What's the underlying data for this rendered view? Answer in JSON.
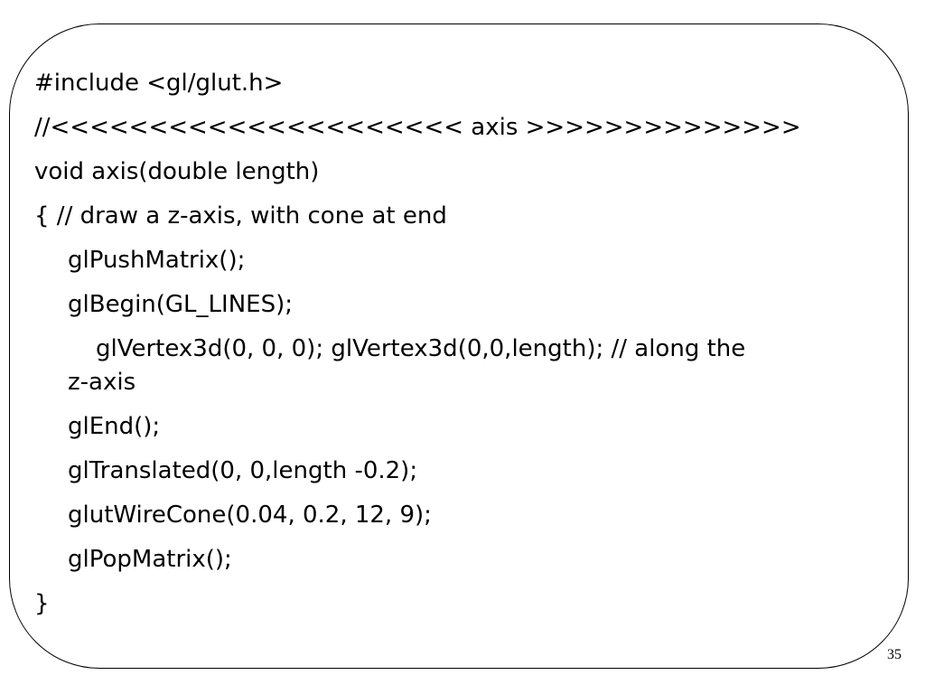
{
  "slide": {
    "lines": [
      "#include <gl/glut.h>",
      "//<<<<<<<<<<<<<<<<<<<<< axis >>>>>>>>>>>>>>",
      "void axis(double length)",
      "{ // draw a z-axis, with cone at end",
      "glPushMatrix();",
      "glBegin(GL_LINES);",
      "glVertex3d(0, 0, 0); glVertex3d(0,0,length); // along the",
      "z-axis",
      "glEnd();",
      "glTranslated(0, 0,length -0.2);",
      "glutWireCone(0.04, 0.2, 12, 9);",
      "glPopMatrix();",
      "}"
    ],
    "page_number": "35"
  }
}
